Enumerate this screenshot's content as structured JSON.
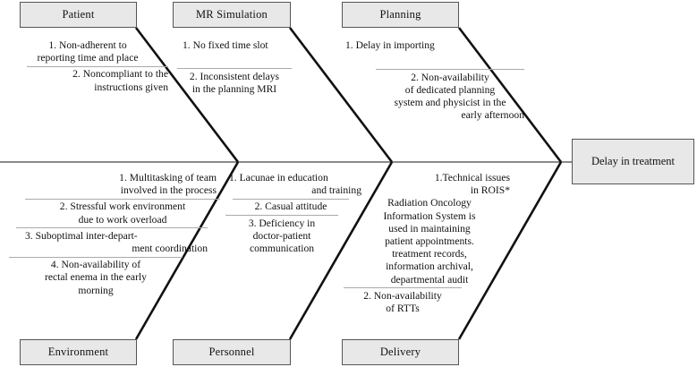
{
  "diagram": {
    "type": "fishbone-ishikawa",
    "effect": {
      "label": "Delay in treatment"
    },
    "spine_color": "#7a7a7a",
    "bone_color": "#111111",
    "box_fill": "#e8e8e8",
    "box_border": "#555555",
    "categories": [
      {
        "id": "patient",
        "label": "Patient",
        "position": "top",
        "causes": [
          {
            "lines": [
              "1. Non-adherent to",
              "reporting time and place"
            ]
          },
          {
            "lines": [
              "2. Noncompliant to the",
              "instructions given"
            ]
          }
        ]
      },
      {
        "id": "mr-simulation",
        "label": "MR Simulation",
        "position": "top",
        "causes": [
          {
            "lines": [
              "1. No fixed time slot"
            ]
          },
          {
            "lines": [
              "2. Inconsistent delays",
              "in the planning MRI"
            ]
          }
        ]
      },
      {
        "id": "planning",
        "label": "Planning",
        "position": "top",
        "causes": [
          {
            "lines": [
              "1. Delay in importing"
            ]
          },
          {
            "lines": [
              "2. Non-availability",
              "of dedicated planning",
              "system and physicist in the",
              "early afternoon"
            ]
          }
        ]
      },
      {
        "id": "environment",
        "label": "Environment",
        "position": "bottom",
        "causes": [
          {
            "lines": [
              "1. Multitasking of team",
              "involved in the process"
            ]
          },
          {
            "lines": [
              "2. Stressful work environment",
              "due to work overload"
            ]
          },
          {
            "lines": [
              "3. Suboptimal inter-depart-",
              "ment coordination"
            ]
          },
          {
            "lines": [
              "4. Non-availability of",
              "rectal enema in the early",
              "morning"
            ]
          }
        ]
      },
      {
        "id": "personnel",
        "label": "Personnel",
        "position": "bottom",
        "causes": [
          {
            "lines": [
              "1. Lacunae in education",
              "and training"
            ]
          },
          {
            "lines": [
              "2. Casual attitude"
            ]
          },
          {
            "lines": [
              "3. Deficiency in",
              "doctor-patient",
              "communication"
            ]
          }
        ]
      },
      {
        "id": "delivery",
        "label": "Delivery",
        "position": "bottom",
        "causes": [
          {
            "lines": [
              "1.Technical issues",
              "in ROIS*",
              "Radiation Oncology",
              "Information System is",
              "used in maintaining",
              "patient appointments.",
              "treatment records,",
              "information archival,",
              "departmental audit"
            ]
          },
          {
            "lines": [
              "2. Non-availability",
              "of RTTs"
            ]
          }
        ]
      }
    ]
  },
  "text": {
    "patient_c1_l1": "1. Non-adherent to",
    "patient_c1_l2": "reporting time and place",
    "patient_c2_l1": "2. Noncompliant to the",
    "patient_c2_l2": "instructions given",
    "mr_c1_l1": "1. No fixed time slot",
    "mr_c2_l1": "2. Inconsistent delays",
    "mr_c2_l2": "in the planning MRI",
    "plan_c1_l1": "1. Delay in importing",
    "plan_c2_l1": "2. Non-availability",
    "plan_c2_l2": "of dedicated planning",
    "plan_c2_l3": "system and physicist in the",
    "plan_c2_l4": "early afternoon",
    "env_c1_l1": "1. Multitasking of team",
    "env_c1_l2": "involved in the process",
    "env_c2_l1": "2. Stressful work environment",
    "env_c2_l2": "due to work overload",
    "env_c3_l1": "3. Suboptimal inter-depart-",
    "env_c3_l2": "ment coordination",
    "env_c4_l1": "4. Non-availability of",
    "env_c4_l2": "rectal enema in the early",
    "env_c4_l3": "morning",
    "pers_c1_l1": "1. Lacunae in education",
    "pers_c1_l2": "and training",
    "pers_c2_l1": "2. Casual attitude",
    "pers_c3_l1": "3. Deficiency in",
    "pers_c3_l2": "doctor-patient",
    "pers_c3_l3": "communication",
    "del_c1_l1": "1.Technical issues",
    "del_c1_l2": "in ROIS*",
    "del_c1_l3": "Radiation Oncology",
    "del_c1_l4": "Information System is",
    "del_c1_l5": "used in maintaining",
    "del_c1_l6": "patient appointments.",
    "del_c1_l7": "treatment records,",
    "del_c1_l8": "information archival,",
    "del_c1_l9": "departmental audit",
    "del_c2_l1": "2. Non-availability",
    "del_c2_l2": "of RTTs",
    "label_patient": "Patient",
    "label_mr": "MR Simulation",
    "label_planning": "Planning",
    "label_environment": "Environment",
    "label_personnel": "Personnel",
    "label_delivery": "Delivery",
    "label_effect": "Delay in treatment"
  }
}
